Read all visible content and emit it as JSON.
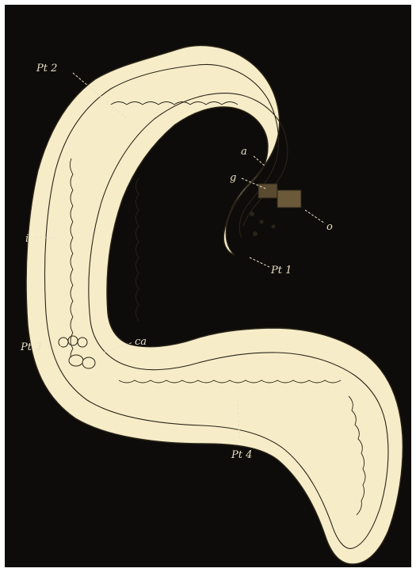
{
  "figure": {
    "labels": {
      "pt2": "Pt 2",
      "a": "a",
      "g": "g",
      "o": "o",
      "pt1": "Pt 1",
      "i": "i",
      "pt3": "Pt 3",
      "ca": "ca",
      "pt4": "Pt 4"
    },
    "colors": {
      "background": "#0e0c0a",
      "body_fill": "#f6edc8",
      "outline": "#2a2418",
      "label": "#e8e0c4",
      "frame": "#ffffff"
    }
  }
}
